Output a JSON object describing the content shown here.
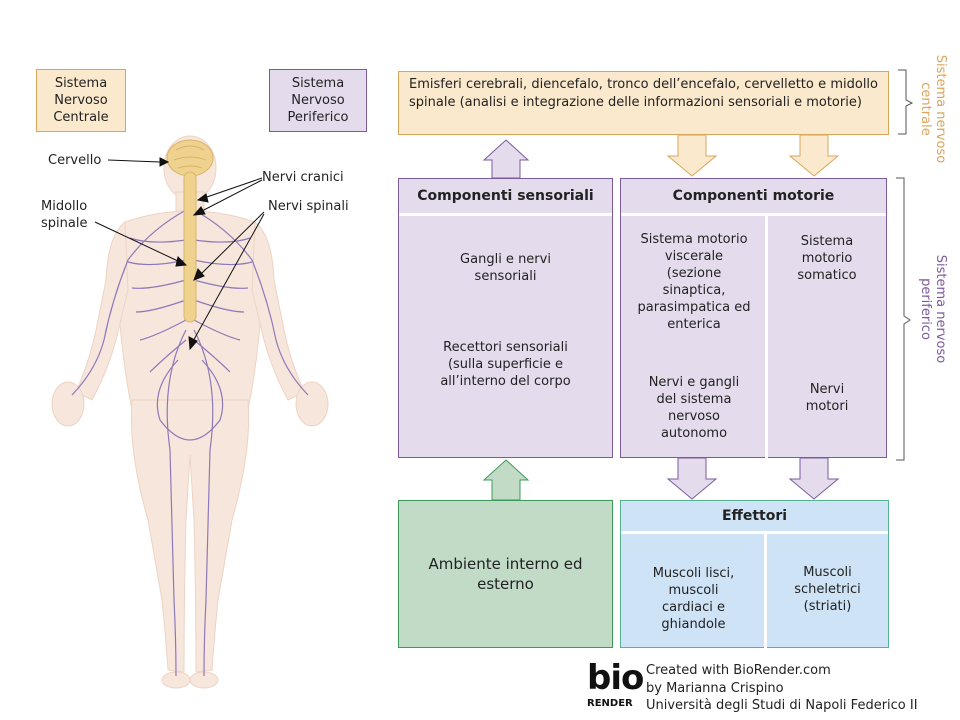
{
  "legend": {
    "central": "Sistema\nNervoso\nCentrale",
    "peripheral": "Sistema\nNervoso\nPeriferico"
  },
  "anatomy_labels": {
    "brain": "Cervello",
    "spinal_cord": "Midollo\nspinale",
    "cranial_nerves": "Nervi cranici",
    "spinal_nerves": "Nervi spinali"
  },
  "cns_box": {
    "text": "Emisferi cerebrali, diencefalo, tronco dell’encefalo, cervelletto e midollo spinale (analisi e integrazione delle informazioni sensoriali e motorie)"
  },
  "sensory": {
    "title": "Componenti sensoriali",
    "item1": "Gangli e nervi\nsensoriali",
    "item2": "Recettori sensoriali\n(sulla superficie e\nall’interno del corpo"
  },
  "motor": {
    "title": "Componenti motorie",
    "visceral": "Sistema motorio\nviscerale\n(sezione\nsinaptica,\nparasimpatica ed\nenterica",
    "somatic": "Sistema\nmotorio\nsomatico",
    "autonomic": "Nervi e gangli\ndel sistema\nnervoso\nautonomo",
    "motor_nerves": "Nervi\nmotori"
  },
  "environment": {
    "text": "Ambiente interno ed\nesterno"
  },
  "effectors": {
    "title": "Effettori",
    "smooth": "Muscoli lisci,\nmuscoli\ncardiaci e\nghiandole",
    "skeletal": "Muscoli\nscheletrici\n(striati)"
  },
  "side_labels": {
    "central": "Sistema nervoso\ncentrale",
    "peripheral": "Sistema nervoso\nperiferico"
  },
  "credit": {
    "logo_bio": "bio",
    "logo_render": "RENDER",
    "line1": "Created with BioRender.com",
    "line2": "by Marianna Crispino",
    "line3": "Università degli Studi di Napoli Federico II"
  },
  "colors": {
    "cns_fill": "#fbe9cd",
    "cns_stroke": "#d9a55b",
    "pns_fill": "#e4dcec",
    "pns_stroke": "#7d5a9c",
    "env_fill": "#c2dbc7",
    "env_stroke": "#3d9a59",
    "eff_fill": "#cfe3f7",
    "eff_stroke": "#55b48d"
  }
}
